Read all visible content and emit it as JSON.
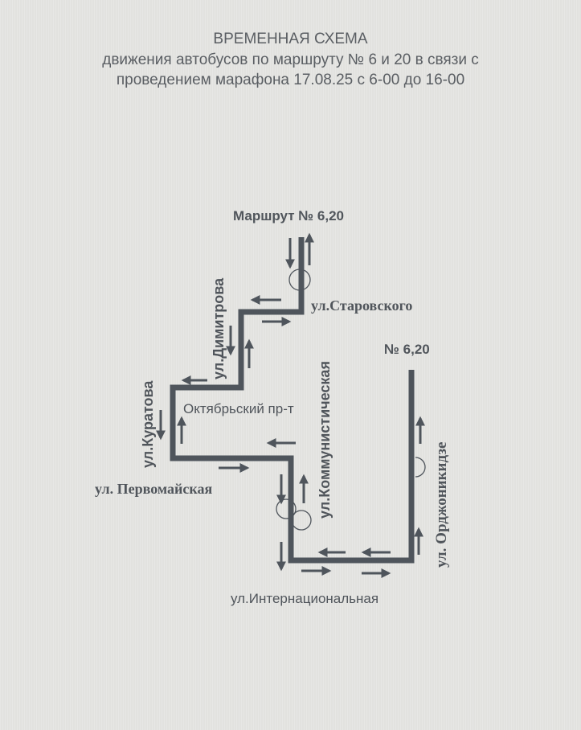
{
  "header": {
    "line1": "ВРЕМЕННАЯ СХЕМА",
    "line2": "движения автобусов по маршруту № 6 и 20  в связи с",
    "line3": "проведением марафона  17.08.25 с 6-00 до 16-00"
  },
  "map": {
    "route_label_top": "Маршрут № 6,20",
    "route_label_right": "№ 6,20",
    "streets": {
      "starovskogo": "ул.Старовского",
      "dimitrova": "ул.Димитрова",
      "kuratova": "ул.Куратова",
      "oktyabrsky": "Октябрьский пр-т",
      "pervomayskaya": "ул. Первомайская",
      "kommunisticheskaya": "ул.Коммунистическая",
      "ordzhonikidze": "ул. Орджоникидзе",
      "internatsionalnaya": "ул.Интернациональная"
    },
    "colors": {
      "route": "#4f555c",
      "background": "#e2e2df"
    }
  }
}
